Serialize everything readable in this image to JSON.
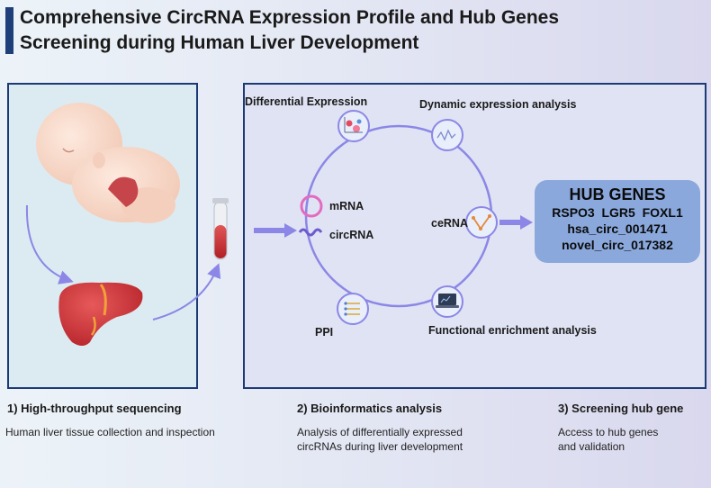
{
  "title": {
    "line1": "Comprehensive CircRNA Expression Profile and Hub Genes",
    "line2": "Screening during Human Liver Development"
  },
  "network": {
    "differential_expression": "Differential Expression",
    "dynamic_expression": "Dynamic expression analysis",
    "mrna": "mRNA",
    "circrna": "circRNA",
    "cerna": "ceRNA",
    "ppi": "PPI",
    "functional_enrichment": "Functional enrichment analysis"
  },
  "hub": {
    "title": "HUB GENES",
    "genes": "RSPO3  LGR5  FOXL1",
    "circ1": "hsa_circ_001471",
    "circ2": "novel_circ_017382"
  },
  "steps": [
    {
      "title": "1) High-throughput sequencing",
      "desc": "Human liver tissue collection and inspection"
    },
    {
      "title": "2) Bioinformatics analysis",
      "desc1": "Analysis of differentially expressed",
      "desc2": "circRNAs during liver development"
    },
    {
      "title": "3) Screening hub gene",
      "desc1": "Access to hub genes",
      "desc2": "and validation"
    }
  ],
  "colors": {
    "accent": "#1c3b76",
    "arrow": "#8c87e6",
    "hub_box": "#8aa8dc"
  }
}
